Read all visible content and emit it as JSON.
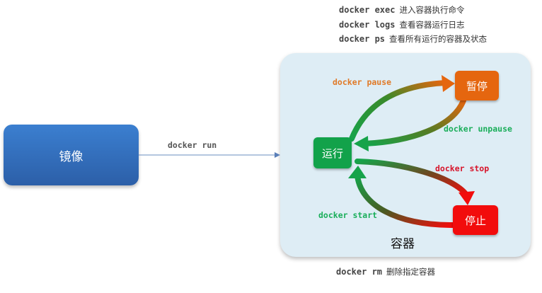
{
  "top_commands": [
    {
      "cmd": "docker exec",
      "desc": "进入容器执行命令"
    },
    {
      "cmd": "docker logs",
      "desc": "查看容器运行日志"
    },
    {
      "cmd": "docker ps",
      "desc": "查看所有运行的容器及状态"
    }
  ],
  "image_box": {
    "label": "镜像"
  },
  "run_arrow": {
    "label": "docker run"
  },
  "container": {
    "label": "容器",
    "states": {
      "running": "运行",
      "paused": "暂停",
      "stopped": "停止"
    },
    "transitions": {
      "pause": "docker pause",
      "unpause": "docker unpause",
      "stop": "docker stop",
      "start": "docker start"
    }
  },
  "bottom_command": {
    "cmd": "docker rm",
    "desc": "删除指定容器"
  },
  "colors": {
    "image_blue": "#3b7fd0",
    "running_green": "#12a24a",
    "paused_orange": "#e5660f",
    "stopped_red": "#f20c0c",
    "pause_label": "#e07a28",
    "unpause_label": "#1aae5a",
    "stop_label": "#d7142a",
    "start_label": "#1aae5a",
    "container_bg": "#deedf5"
  }
}
